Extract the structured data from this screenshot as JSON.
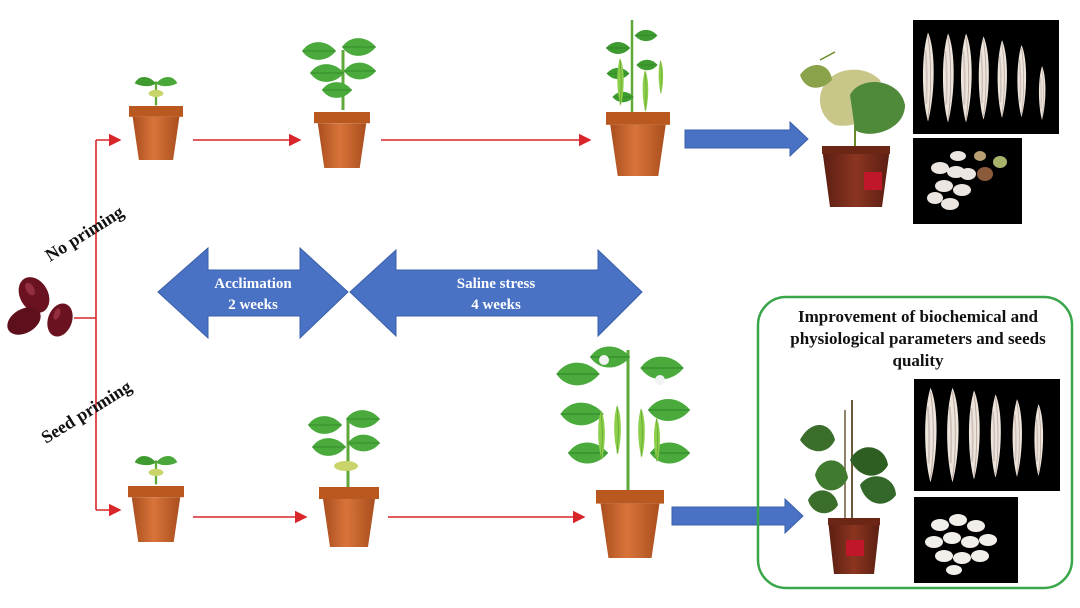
{
  "labels": {
    "no_priming": "No priming",
    "seed_priming": "Seed priming",
    "acclimation_line1": "Acclimation",
    "acclimation_line2": "2 weeks",
    "saline_line1": "Saline stress",
    "saline_line2": "4 weeks",
    "result_title": "Improvement of biochemical and physiological parameters and seeds quality"
  },
  "icons": {
    "seed": "kidney-bean-seeds",
    "pot": "terracotta-flower-pot",
    "plant": "bean-plant",
    "pods": "bean-pods-photo",
    "seeds": "harvested-seeds-photo"
  },
  "colors": {
    "flow_arrow": "#d9262a",
    "stage_arrow": "#4a72c4",
    "result_border": "#3aa64a",
    "pot": "#c8662c",
    "leaf": "#4aa13a",
    "bean": "#6b1220"
  }
}
